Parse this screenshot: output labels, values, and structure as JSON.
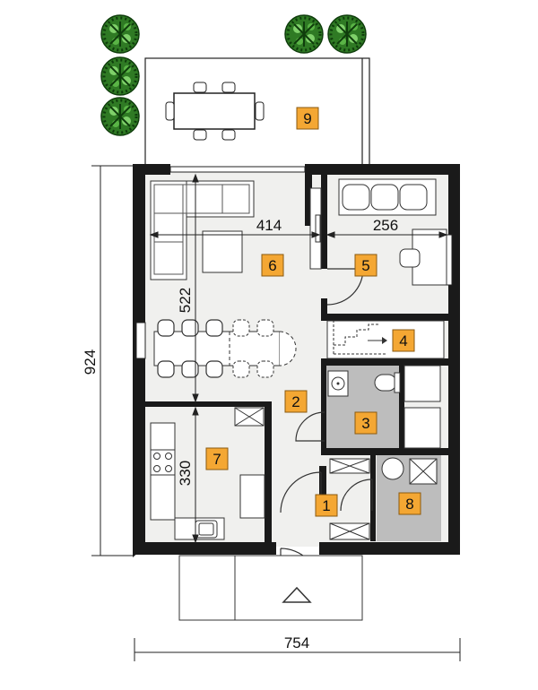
{
  "colors": {
    "wall": "#1a1a1a",
    "floor_main": "#f0f0ee",
    "floor_gray": "#b9b9b9",
    "badge_fill": "#f4a733",
    "badge_stroke": "#8a5a10",
    "tree_dark": "#1f5f1a",
    "tree_light": "#6fc25c"
  },
  "room_numbers": [
    "1",
    "2",
    "3",
    "4",
    "5",
    "6",
    "7",
    "8",
    "9"
  ],
  "dimensions": {
    "living_width": "414",
    "bedroom_width": "256",
    "living_depth": "522",
    "kitchen_depth": "330",
    "total_depth": "924",
    "total_width": "754"
  },
  "icons": [
    "tree-icon",
    "sofa-icon",
    "bed-icon",
    "dining-table-icon",
    "wc-icon",
    "sink-icon",
    "stove-icon",
    "washing-machine-icon",
    "stairs-icon"
  ]
}
